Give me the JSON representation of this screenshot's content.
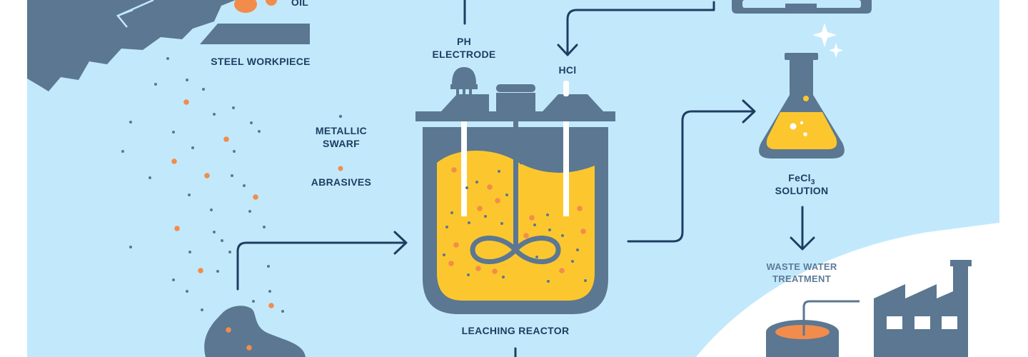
{
  "labels": {
    "oil": "OIL",
    "steel_workpiece": "STEEL WORKPIECE",
    "ph_electrode_line1": "PH",
    "ph_electrode_line2": "ELECTRODE",
    "hcl": "HCl",
    "metallic_swarf_line1": "METALLIC",
    "metallic_swarf_line2": "SWARF",
    "abrasives": "ABRASIVES",
    "fecl3_main": "FeCl",
    "fecl3_sub": "3",
    "fecl3_line2": "SOLUTION",
    "waste_water_line1": "WASTE WATER",
    "waste_water_line2": "TREATMENT",
    "leaching_reactor": "LEACHING REACTOR"
  },
  "colors": {
    "background": "#c2e9fb",
    "equipment": "#5b7791",
    "liquid": "#fcc72e",
    "abrasive": "#f28c4c",
    "arrow": "#1f3d63",
    "ground": "#ffffff"
  }
}
